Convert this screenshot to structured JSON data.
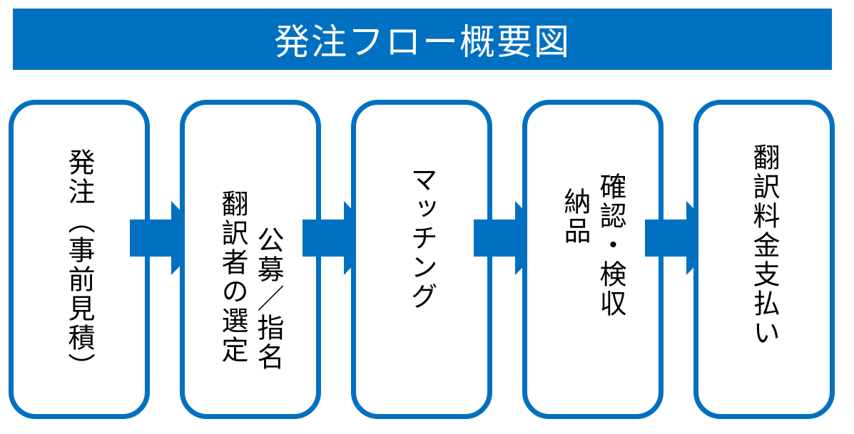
{
  "title": "発注フロー概要図",
  "colors": {
    "accent": "#0070C0",
    "text": "#000000",
    "background": "#ffffff"
  },
  "steps": [
    {
      "lines": [
        "発注（事前見積）"
      ]
    },
    {
      "lines": [
        "公募／指名",
        "翻訳者の選定"
      ]
    },
    {
      "lines": [
        "マッチング"
      ]
    },
    {
      "lines": [
        "確認・検収",
        "納品"
      ]
    },
    {
      "lines": [
        "翻訳料金支払い"
      ]
    }
  ],
  "arrows": [
    "arrow-right-icon",
    "arrow-right-icon",
    "arrow-right-icon",
    "arrow-right-icon"
  ]
}
